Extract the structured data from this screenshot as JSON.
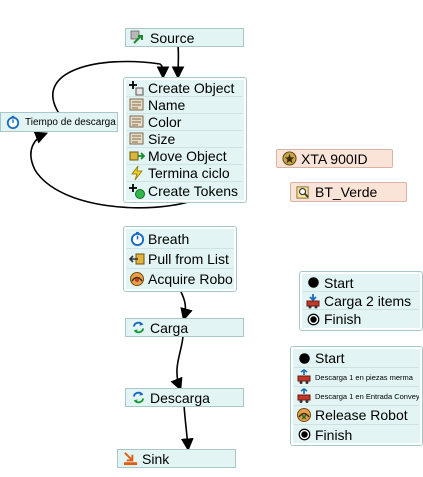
{
  "source": {
    "label": "Source",
    "icon": "source-icon"
  },
  "timer": {
    "label": "Tiempo de descarga",
    "icon": "stopwatch-icon"
  },
  "main_group": {
    "items": [
      {
        "label": "Create Object",
        "icon": "create-object-icon"
      },
      {
        "label": "Name",
        "icon": "label-tag-icon"
      },
      {
        "label": "Color",
        "icon": "label-tag-icon"
      },
      {
        "label": "Size",
        "icon": "label-tag-icon"
      },
      {
        "label": "Move Object",
        "icon": "move-object-icon"
      },
      {
        "label": "Termina ciclo",
        "icon": "lightning-icon"
      },
      {
        "label": "Create Tokens",
        "icon": "create-tokens-icon"
      }
    ]
  },
  "tags": [
    {
      "label": "XTA 900ID",
      "icon": "star-badge-icon"
    },
    {
      "label": "BT_Verde",
      "icon": "magnifier-icon"
    }
  ],
  "breath_group": {
    "items": [
      {
        "label": "Breath",
        "icon": "stopwatch-icon"
      },
      {
        "label": "Pull from List",
        "icon": "pull-list-icon"
      },
      {
        "label": "Acquire Robot",
        "icon": "acquire-resource-icon"
      }
    ]
  },
  "carga": {
    "label": "Carga",
    "icon": "cycle-arrows-icon"
  },
  "descarga": {
    "label": "Descarga",
    "icon": "cycle-arrows-icon"
  },
  "sink": {
    "label": "Sink",
    "icon": "sink-icon"
  },
  "side_group_1": {
    "items": [
      {
        "label": "Start",
        "icon": "start-dot-icon"
      },
      {
        "label": "Carga 2 items",
        "icon": "load-items-icon"
      },
      {
        "label": "Finish",
        "icon": "finish-dot-icon"
      }
    ]
  },
  "side_group_2": {
    "items": [
      {
        "label": "Start",
        "icon": "start-dot-icon"
      },
      {
        "label": "Descarga 1 en piezas merma",
        "icon": "unload-cart-icon"
      },
      {
        "label": "Descarga 1 en Entrada Conveyor",
        "icon": "unload-cart-icon"
      },
      {
        "label": "Release Robot",
        "icon": "release-resource-icon"
      },
      {
        "label": "Finish",
        "icon": "finish-dot-icon"
      }
    ]
  }
}
